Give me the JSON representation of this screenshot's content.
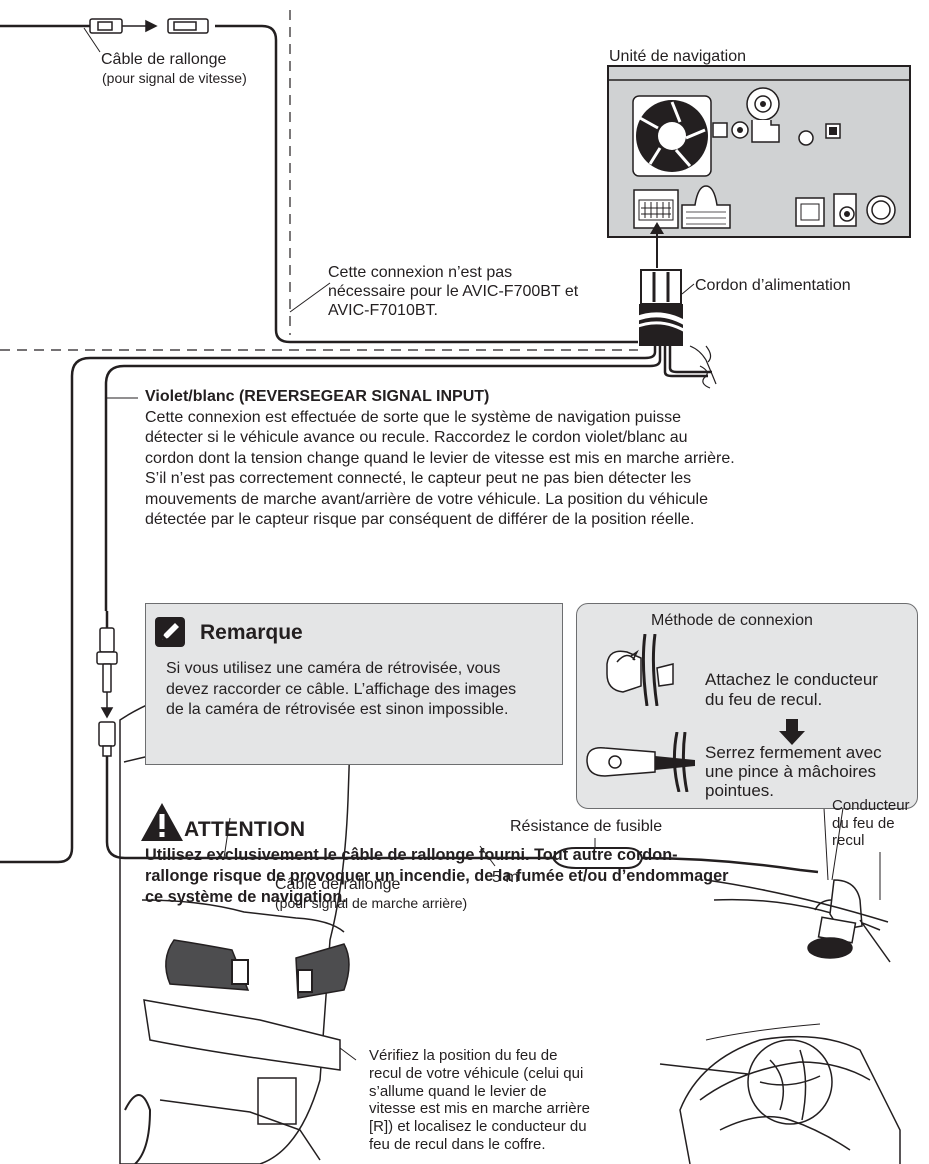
{
  "labels": {
    "cable_speed": [
      "Câble de rallonge",
      "(pour signal de vitesse)"
    ],
    "nav_unit": "Unité de navigation",
    "connection_note": [
      "Cette connexion n’est pas",
      "nécessaire pour le AVIC-F700BT et",
      "AVIC-F7010BT."
    ],
    "power_cord": "Cordon d’alimentation",
    "fuse": "Résistance de fusible",
    "length": "5 m",
    "cable_reverse": [
      "Câble de rallonge",
      "(pour signal de marche arrière)"
    ],
    "backlight_conductor": [
      "Conducteur",
      "du feu de",
      "recul"
    ],
    "verify": [
      "Vérifiez la position du feu de",
      "recul de votre véhicule (celui qui",
      "s’allume quand le levier de",
      "vitesse est mis en marche arrière",
      "[R]) et localisez le conducteur du",
      "feu de recul dans le coffre."
    ]
  },
  "violet_section": {
    "heading": "Violet/blanc (REVERSEGEAR SIGNAL INPUT)",
    "lines": [
      "Cette connexion est effectuée de sorte que le système de navigation puisse",
      "détecter si le véhicule avance ou recule. Raccordez le cordon violet/blanc au",
      "cordon dont la tension change quand le levier de vitesse est mis en marche arrière.",
      "S’il n’est pas correctement connecté, le capteur peut ne pas bien détecter les",
      "mouvements de marche avant/arrière de votre véhicule. La position du véhicule",
      "détectée par le capteur risque par conséquent de différer de la position réelle."
    ]
  },
  "note": {
    "title": "Remarque",
    "lines": [
      "Si vous utilisez une caméra de rétrovisée, vous",
      "devez raccorder ce câble. L’affichage des images",
      "de la caméra de rétrovisée est sinon impossible."
    ],
    "icon": "pencil-icon"
  },
  "method": {
    "title": "Méthode de connexion",
    "step1": [
      "Attachez le conducteur",
      "du feu de recul."
    ],
    "step2": [
      "Serrez fermement avec",
      "une pince à mâchoires",
      "pointues."
    ]
  },
  "warning": {
    "title": "ATTENTION",
    "lines": [
      "Utilisez exclusivement le câble de rallonge fourni. Tout autre cordon-",
      "rallonge risque de provoquer un incendie, de la fumée et/ou d’endommager",
      "ce système de navigation."
    ],
    "icon": "warning-triangle-icon"
  },
  "colors": {
    "box_fill": "#e4e5e6",
    "unit_fill": "#d0d2d3",
    "ink": "#231f20"
  }
}
